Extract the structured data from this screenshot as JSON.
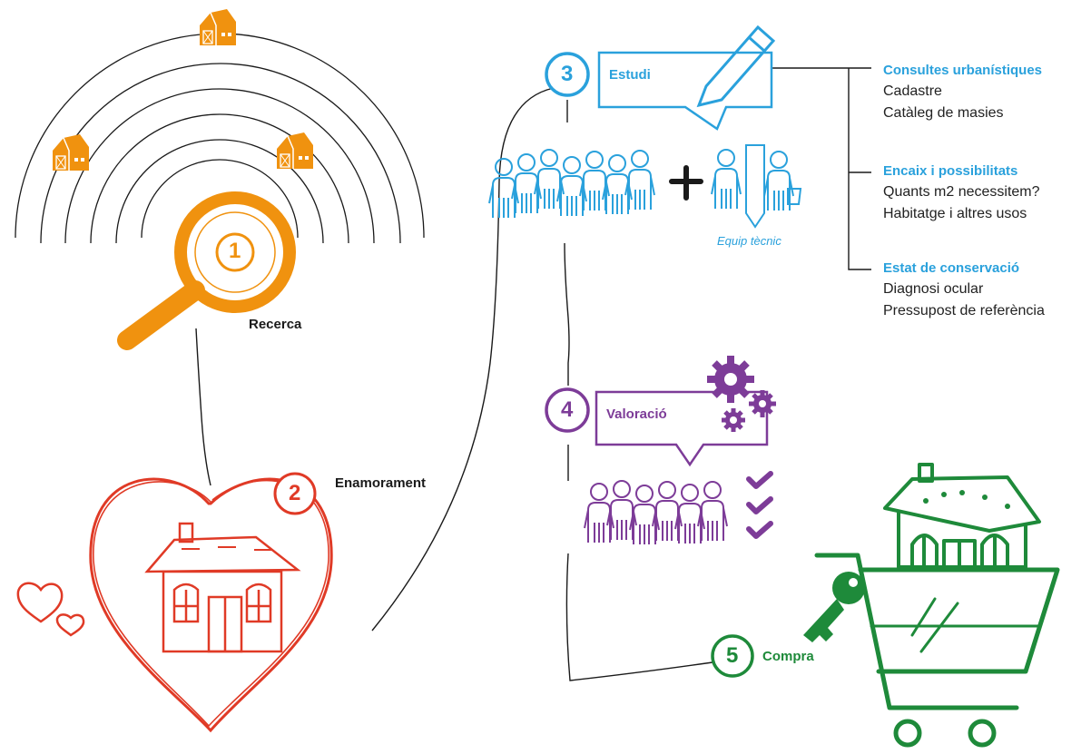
{
  "steps": {
    "s1": {
      "number": "1",
      "label": "Recerca"
    },
    "s2": {
      "number": "2",
      "label": "Enamorament"
    },
    "s3": {
      "number": "3",
      "label": "Estudi"
    },
    "s4": {
      "number": "4",
      "label": "Valoració"
    },
    "s5": {
      "number": "5",
      "label": "Compra"
    }
  },
  "team": {
    "technical_label": "Equip tècnic"
  },
  "study_items": [
    {
      "heading": "Consultes urbanístiques",
      "lines": [
        "Cadastre",
        "Catàleg de masies"
      ]
    },
    {
      "heading": "Encaix i possibilitats",
      "lines": [
        "Quants m2 necessitem?",
        "Habitatge i altres usos"
      ]
    },
    {
      "heading": "Estat de conservació",
      "lines": [
        "Diagnosi ocular",
        "Pressupost de referència"
      ]
    }
  ],
  "colors": {
    "orange": "#f0920f",
    "red": "#e03a26",
    "blue": "#2aa1dc",
    "purple": "#7d3c98",
    "green": "#1e8a3a",
    "line": "#1a1a1a"
  },
  "icons": [
    "barn-icon",
    "magnifier-icon",
    "heart-icon",
    "house-icon",
    "pencil-icon",
    "people-icon",
    "plus-icon",
    "speech-bubble-icon",
    "gear-icon",
    "checkmark-icon",
    "shopping-cart-icon",
    "key-icon"
  ]
}
